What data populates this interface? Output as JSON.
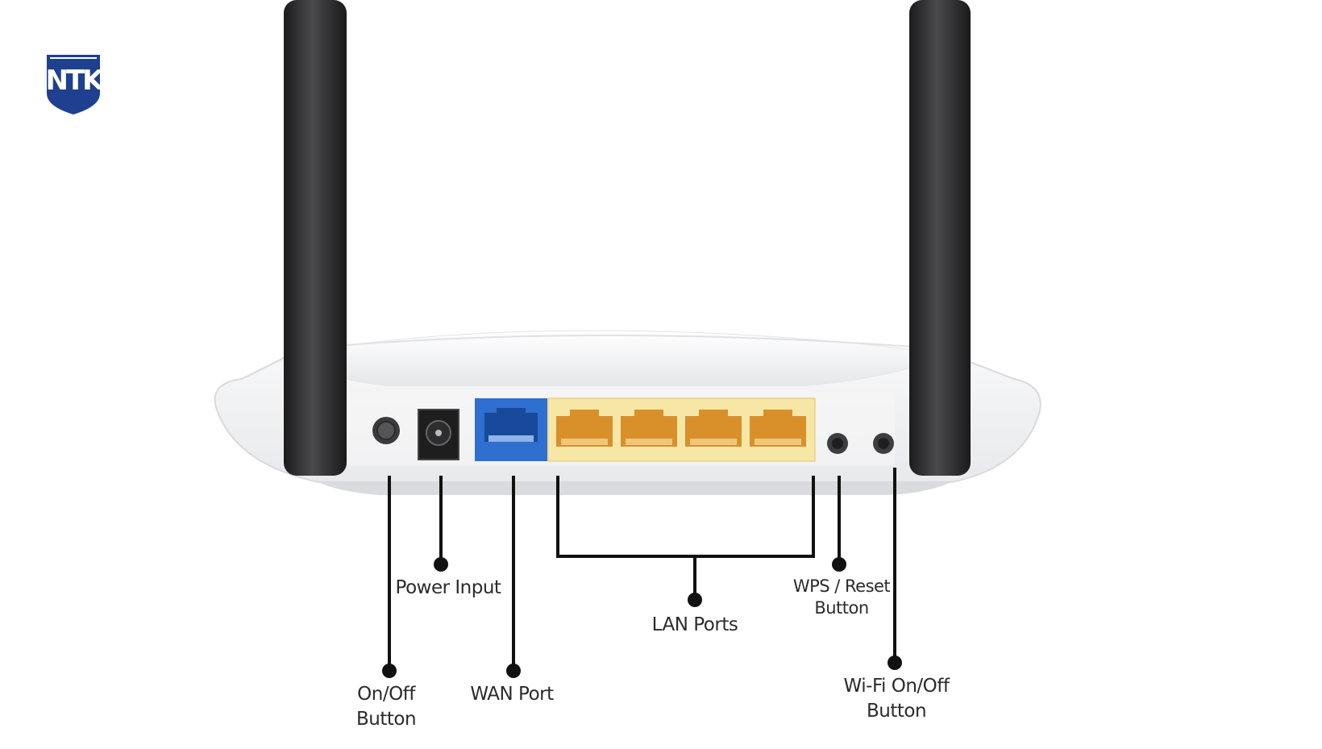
{
  "logo": {
    "text": "NTK",
    "color": "#1f3f8f"
  },
  "colors": {
    "router_body": "#f1f1f3",
    "antenna": "#2a2a2c",
    "wan_port": "#2e6fd0",
    "lan_ports": "#f0c43c",
    "callout_line": "#111111"
  },
  "labels": {
    "power_input": "Power Input",
    "lan_ports": "LAN Ports",
    "wps_reset": [
      "WPS / Reset",
      "Button"
    ],
    "onoff": [
      "On/Off",
      "Button"
    ],
    "wan_port": "WAN Port",
    "wifi_onoff": [
      "Wi-Fi On/Off",
      "Button"
    ]
  },
  "icons": [
    "power-button-icon",
    "dc-jack-icon",
    "ethernet-port-icon"
  ]
}
